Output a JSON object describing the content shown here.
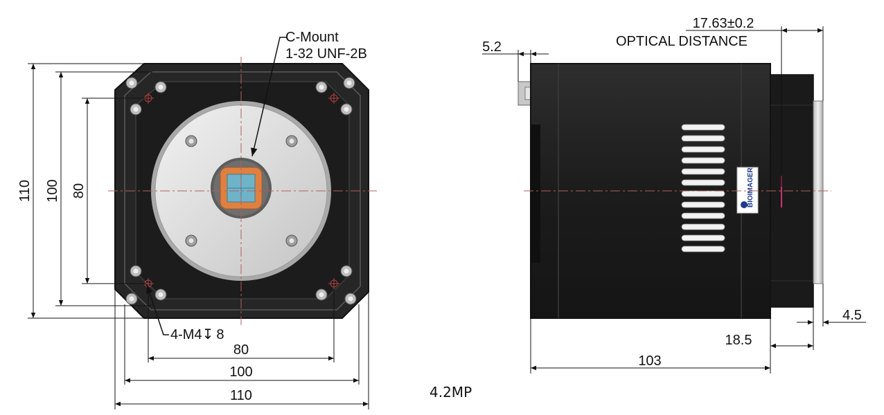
{
  "front_view": {
    "mount_label_line1": "C-Mount",
    "mount_label_line2": "1-32 UNF-2B",
    "screw_note": "4-M4",
    "depth_symbol": "↧",
    "screw_depth": "8",
    "dim_height_outer": "110",
    "dim_height_mid": "100",
    "dim_height_inner": "80",
    "dim_width_inner": "80",
    "dim_width_mid": "100",
    "dim_width_outer": "110"
  },
  "side_view": {
    "optical_distance_value": "17.63±0.2",
    "optical_distance_label": "OPTICAL DISTANCE",
    "dim_connector": "5.2",
    "dim_flange": "4.5",
    "dim_front_section": "18.5",
    "dim_body_length": "103",
    "logo_text": "BIOIMAGER",
    "logo_colors": {
      "blue": "#1e3a8a",
      "red": "#c81e1e"
    }
  },
  "caption": "4.2MP",
  "colors": {
    "body": "#1f1f1f",
    "body_edge": "#3a3a3a",
    "mount_plate": "#d9d9d9",
    "sensor": "#e08040",
    "sensor_window": "#6fb3c8",
    "centerline": "#b06060",
    "optical_mark": "#d0306a"
  }
}
